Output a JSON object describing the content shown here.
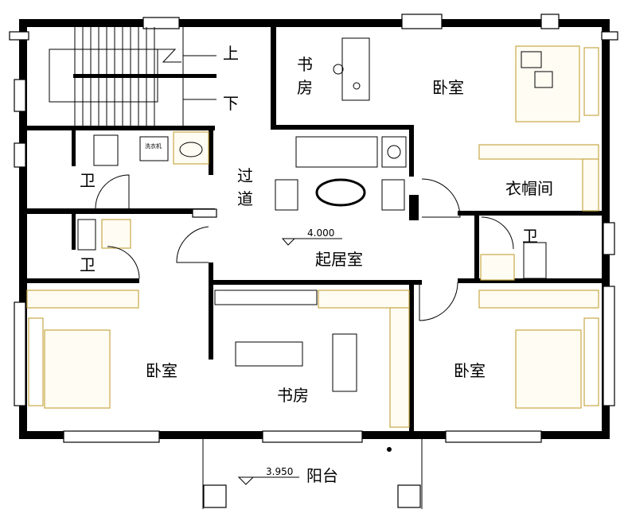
{
  "rooms": {
    "study_top": [
      "书",
      "房"
    ],
    "bedroom_top_right": "卧室",
    "walk_in_closet": "衣帽间",
    "corridor": [
      "过",
      "道"
    ],
    "living_room": "起居室",
    "bath_1": "卫",
    "bath_2": "卫",
    "bath_3": "卫",
    "bedroom_bottom_left": "卧室",
    "study_bottom": "书房",
    "bedroom_bottom_right": "卧室",
    "balcony": "阳台"
  },
  "stairs": {
    "up": "上",
    "down": "下"
  },
  "elevations": {
    "living_room": "4.000",
    "balcony": "3.950"
  },
  "fixtures": {
    "washing_machine": "洗衣机"
  }
}
